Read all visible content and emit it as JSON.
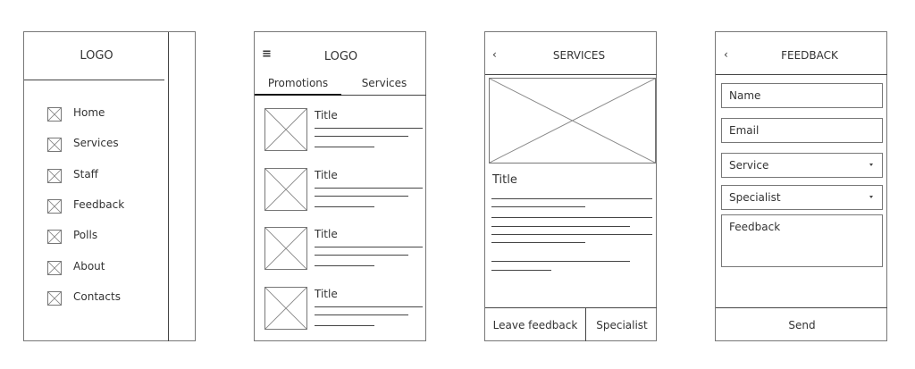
{
  "drawer_screen": {
    "logo": "LOGO",
    "menu_items": [
      {
        "label": "Home"
      },
      {
        "label": "Services"
      },
      {
        "label": "Staff"
      },
      {
        "label": "Feedback"
      },
      {
        "label": "Polls"
      },
      {
        "label": "About"
      },
      {
        "label": "Contacts"
      }
    ]
  },
  "home_screen": {
    "logo": "LOGO",
    "menu_icon": "hamburger-icon",
    "tabs": [
      {
        "label": "Promotions",
        "active": true
      },
      {
        "label": "Services",
        "active": false
      }
    ],
    "list_items": [
      {
        "title": "Title"
      },
      {
        "title": "Title"
      },
      {
        "title": "Title"
      },
      {
        "title": "Title"
      }
    ]
  },
  "services_screen": {
    "back_icon": "chevron-left-icon",
    "title": "SERVICES",
    "content_title": "Title",
    "buttons": {
      "leave_feedback": "Leave feedback",
      "specialist": "Specialist"
    }
  },
  "feedback_screen": {
    "back_icon": "chevron-left-icon",
    "title": "FEEDBACK",
    "fields": {
      "name": "Name",
      "email": "Email",
      "service": "Service",
      "specialist": "Specialist",
      "feedback": "Feedback"
    },
    "send": "Send"
  }
}
